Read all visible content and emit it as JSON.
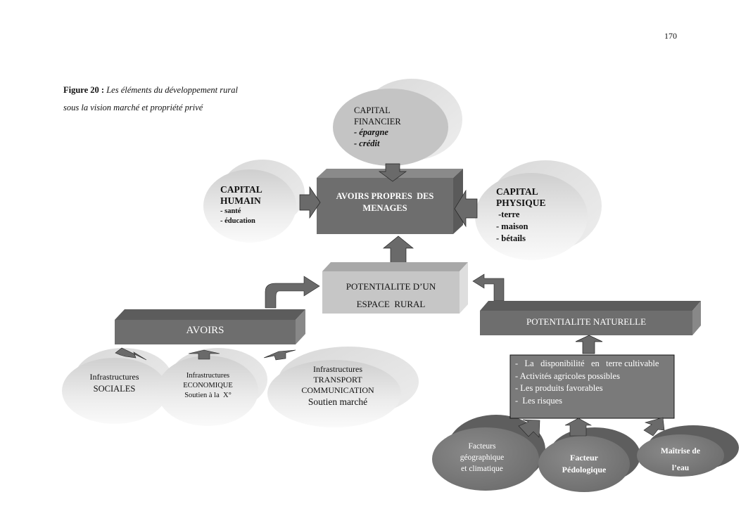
{
  "page_number": "170",
  "caption": {
    "figure_label": "Figure 20 :",
    "title_line1": "Les éléments du développement rural",
    "title_line2": "sous la vision marché et propriété privé"
  },
  "nodes": {
    "capital_financier": {
      "title1": "CAPITAL",
      "title2": "FINANCIER",
      "items": [
        "- épargne",
        "- crédit"
      ]
    },
    "capital_humain": {
      "title1": "CAPITAL",
      "title2": "HUMAIN",
      "items": [
        "- santé",
        "- éducation"
      ]
    },
    "avoirs_propres": {
      "line1": "AVOIRS PROPRES  DES",
      "line2": "MENAGES"
    },
    "capital_physique": {
      "title1": "CAPITAL",
      "title2": "PHYSIQUE",
      "items": [
        " -terre",
        "- maison",
        "- bétails"
      ]
    },
    "potentialite_espace": {
      "line1": "POTENTIALITE D’UN",
      "line2": "ESPACE  RURAL"
    },
    "avoirs": {
      "label": "AVOIRS"
    },
    "potentialite_naturelle": {
      "label": "POTENTIALITE NATURELLE"
    },
    "infra_sociales": {
      "line1": "Infrastructures",
      "line2": "SOCIALES"
    },
    "infra_economique": {
      "line1": "Infrastructures",
      "line2": "ECONOMIQUE",
      "line3": "Soutien à la  X°"
    },
    "infra_transport": {
      "line1": "Infrastructures",
      "line2": "TRANSPORT",
      "line3": "COMMUNICATION",
      "line4": "Soutien marché"
    },
    "naturel_list": {
      "items": [
        "-   La   disponibilité   en   terre cultivable",
        "- Activités agricoles possibles",
        "- Les produits favorables",
        "-  Les risques"
      ]
    },
    "facteurs_geo": {
      "line1": "Facteurs",
      "line2": "géographique",
      "line3": "et climatique"
    },
    "facteur_pedo": {
      "line1": "Facteur",
      "line2": "Pédologique"
    },
    "maitrise_eau": {
      "line1": "Maîtrise de",
      "line2": "l’eau"
    }
  },
  "colors": {
    "dark_box": "#6e6e6e",
    "light_box": "#c8c8c8",
    "oval_light": "#d2d2d2",
    "oval_dark": "#7a7a7a",
    "arrow": "#6a6a6a"
  }
}
